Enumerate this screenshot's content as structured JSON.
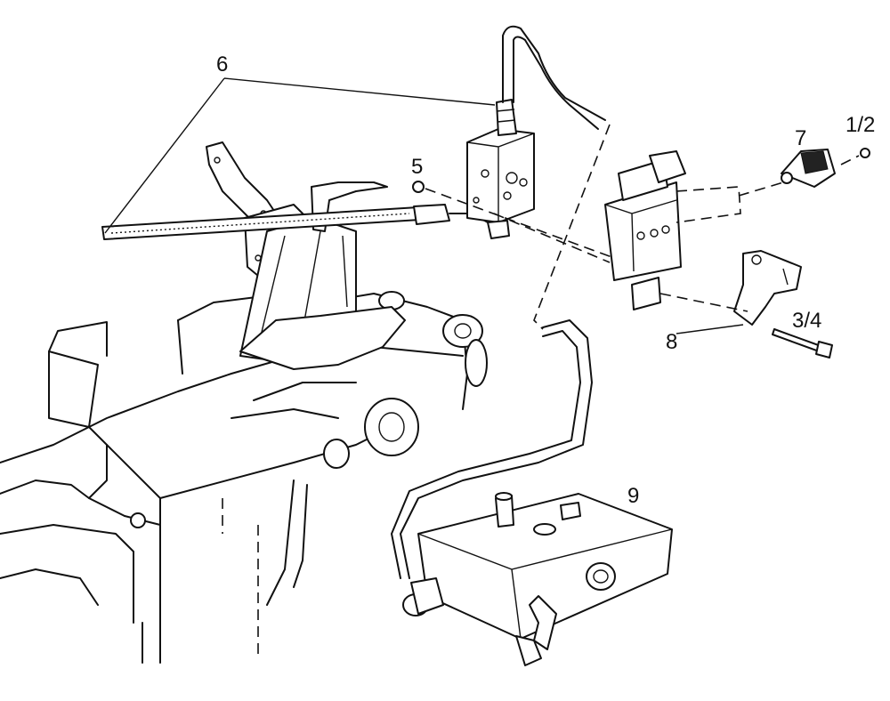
{
  "diagram": {
    "callouts": {
      "label_6": "6",
      "label_5": "5",
      "label_7": "7",
      "label_1_2": "1/2",
      "label_3_4": "3/4",
      "label_8": "8",
      "label_9": "9"
    }
  }
}
